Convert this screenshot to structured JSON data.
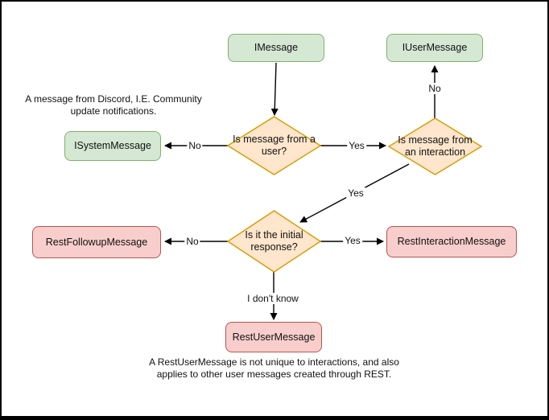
{
  "diagram_type": "flowchart",
  "colors": {
    "green_fill": "#d5e8d4",
    "green_border": "#82b366",
    "orange_fill": "#ffe6cc",
    "orange_border": "#d79b00",
    "red_fill": "#f8cecc",
    "red_border": "#b85450",
    "edge_color": "#000000",
    "background": "#ffffff"
  },
  "nodes": {
    "imessage": {
      "label": "IMessage"
    },
    "iusermessage": {
      "label": "IUserMessage"
    },
    "isystemmessage": {
      "label": "ISystemMessage"
    },
    "q_from_user": {
      "label": "Is message from a user?"
    },
    "q_interaction": {
      "label": "Is message from an interaction"
    },
    "q_initial": {
      "label": "Is it the initial response?"
    },
    "restfollowup": {
      "label": "RestFollowupMessage"
    },
    "restinteraction": {
      "label": "RestInteractionMessage"
    },
    "restuser": {
      "label": "RestUserMessage"
    }
  },
  "edge_labels": {
    "user_no": "No",
    "user_yes": "Yes",
    "interaction_no": "No",
    "interaction_yes": "Yes",
    "initial_no": "No",
    "initial_yes": "Yes",
    "initial_unknown": "I don't know"
  },
  "annotations": {
    "system_note": "A message from Discord, I.E. Community update notifications.",
    "restuser_note": "A RestUserMessage is not unique to interactions, and also applies to other user messages created through REST."
  }
}
